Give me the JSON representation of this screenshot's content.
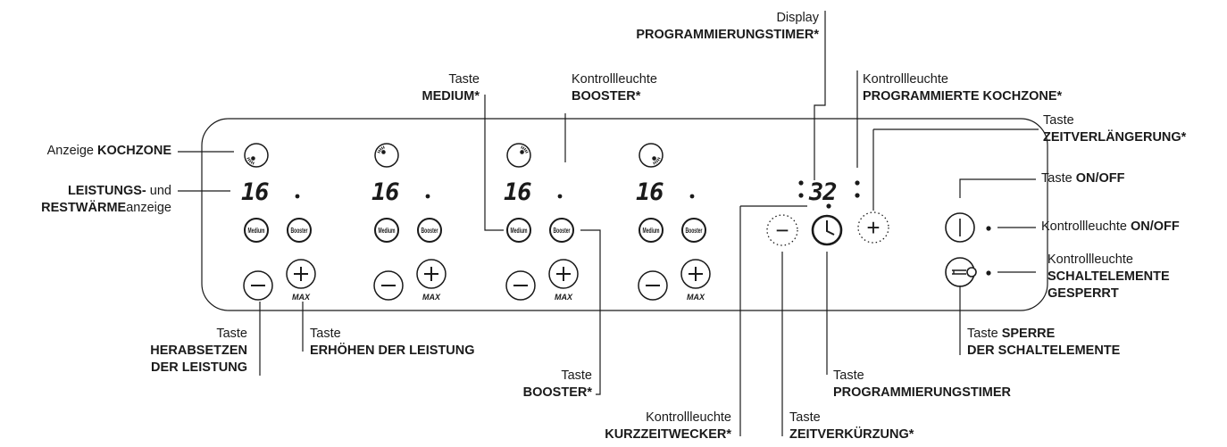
{
  "panel": {
    "zone_level": "16",
    "medium_button": "Medium",
    "booster_button": "Booster",
    "max_label": "MAX",
    "timer_display": "32",
    "minus_symbol": "−",
    "plus_symbol": "+",
    "line_color": "#1a1a1a"
  },
  "labels": {
    "anzeige_kochzone": {
      "line1_prefix": "Anzeige ",
      "line1_bold": "KOCHZONE"
    },
    "leistung_restwaerme": {
      "line1_bold": "LEISTUNGS-",
      "line1_suffix": " und",
      "line2_bold": "RESTWÄRME",
      "line2_suffix": "anzeige"
    },
    "taste_medium": {
      "line1": "Taste",
      "line2": "MEDIUM*"
    },
    "kl_booster": {
      "line1": "Kontrollleuchte",
      "line2": "BOOSTER*"
    },
    "display_timer": {
      "line1": "Display",
      "line2": "PROGRAMMIERUNGSTIMER*"
    },
    "kl_programmierte_kochzone": {
      "line1": "Kontrollleuchte",
      "line2": "PROGRAMMIERTE KOCHZONE*"
    },
    "taste_zeitverlaengerung": {
      "line1": "Taste",
      "line2": "ZEITVERLÄNGERUNG*"
    },
    "taste_onoff": {
      "line1_prefix": "Taste ",
      "line1_bold": "ON/OFF"
    },
    "kl_onoff": {
      "line1_prefix": "Kontrollleuchte ",
      "line1_bold": "ON/OFF"
    },
    "kl_schaltelemente": {
      "line1": "Kontrollleuchte",
      "line2": "SCHALTELEMENTE",
      "line3": "GESPERRT"
    },
    "taste_herabsetzen": {
      "line1": "Taste",
      "line2": "HERABSETZEN",
      "line3": "DER LEISTUNG"
    },
    "taste_erhoehen": {
      "line1": "Taste",
      "line2": "ERHÖHEN DER LEISTUNG"
    },
    "taste_booster": {
      "line1": "Taste",
      "line2": "BOOSTER*"
    },
    "kl_kurzzeitwecker": {
      "line1": "Kontrollleuchte",
      "line2": "KURZZEITWECKER*"
    },
    "taste_zeitverkuerzung": {
      "line1": "Taste",
      "line2": "ZEITVERKÜRZUNG*"
    },
    "taste_timer": {
      "line1": "Taste",
      "line2": "PROGRAMMIERUNGSTIMER"
    },
    "taste_sperre": {
      "line1_prefix": "Taste ",
      "line1_bold": "SPERRE",
      "line2": "DER SCHALTELEMENTE"
    }
  }
}
